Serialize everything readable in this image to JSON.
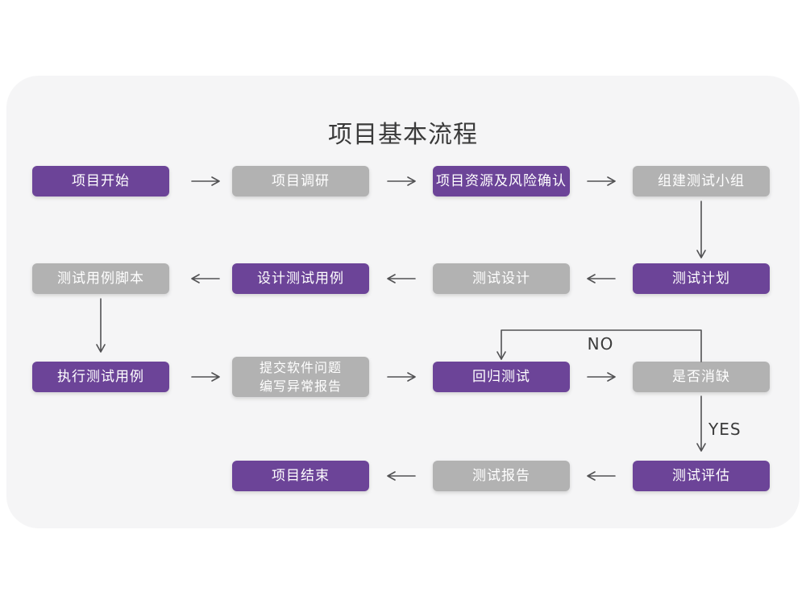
{
  "title": "项目基本流程",
  "colors": {
    "node_purple": "#6c4498",
    "node_gray": "#b2b2b2",
    "card_background": "#f5f5f6",
    "arrow": "#525254",
    "node_text": "#ffffff",
    "title_text": "#3a3a3a"
  },
  "flow": {
    "nodes": [
      {
        "id": "project-start",
        "label": "项目开始",
        "variant": "purple"
      },
      {
        "id": "project-research",
        "label": "项目调研",
        "variant": "gray"
      },
      {
        "id": "resources-risk-confirm",
        "label": "项目资源及风险确认",
        "variant": "purple"
      },
      {
        "id": "form-test-team",
        "label": "组建测试小组",
        "variant": "gray"
      },
      {
        "id": "test-plan",
        "label": "测试计划",
        "variant": "purple"
      },
      {
        "id": "test-design",
        "label": "测试设计",
        "variant": "gray"
      },
      {
        "id": "design-test-cases",
        "label": "设计测试用例",
        "variant": "purple"
      },
      {
        "id": "test-case-script",
        "label": "测试用例脚本",
        "variant": "gray"
      },
      {
        "id": "execute-test-cases",
        "label": "执行测试用例",
        "variant": "purple"
      },
      {
        "id": "submit-issues",
        "label": "提交软件问题",
        "label2": "编写异常报告",
        "variant": "gray"
      },
      {
        "id": "regression-test",
        "label": "回归测试",
        "variant": "purple"
      },
      {
        "id": "defect-cleared",
        "label": "是否消缺",
        "variant": "gray"
      },
      {
        "id": "test-evaluation",
        "label": "测试评估",
        "variant": "purple"
      },
      {
        "id": "test-report",
        "label": "测试报告",
        "variant": "gray"
      },
      {
        "id": "project-end",
        "label": "项目结束",
        "variant": "purple"
      }
    ],
    "edge_labels": {
      "no": "NO",
      "yes": "YES"
    }
  }
}
